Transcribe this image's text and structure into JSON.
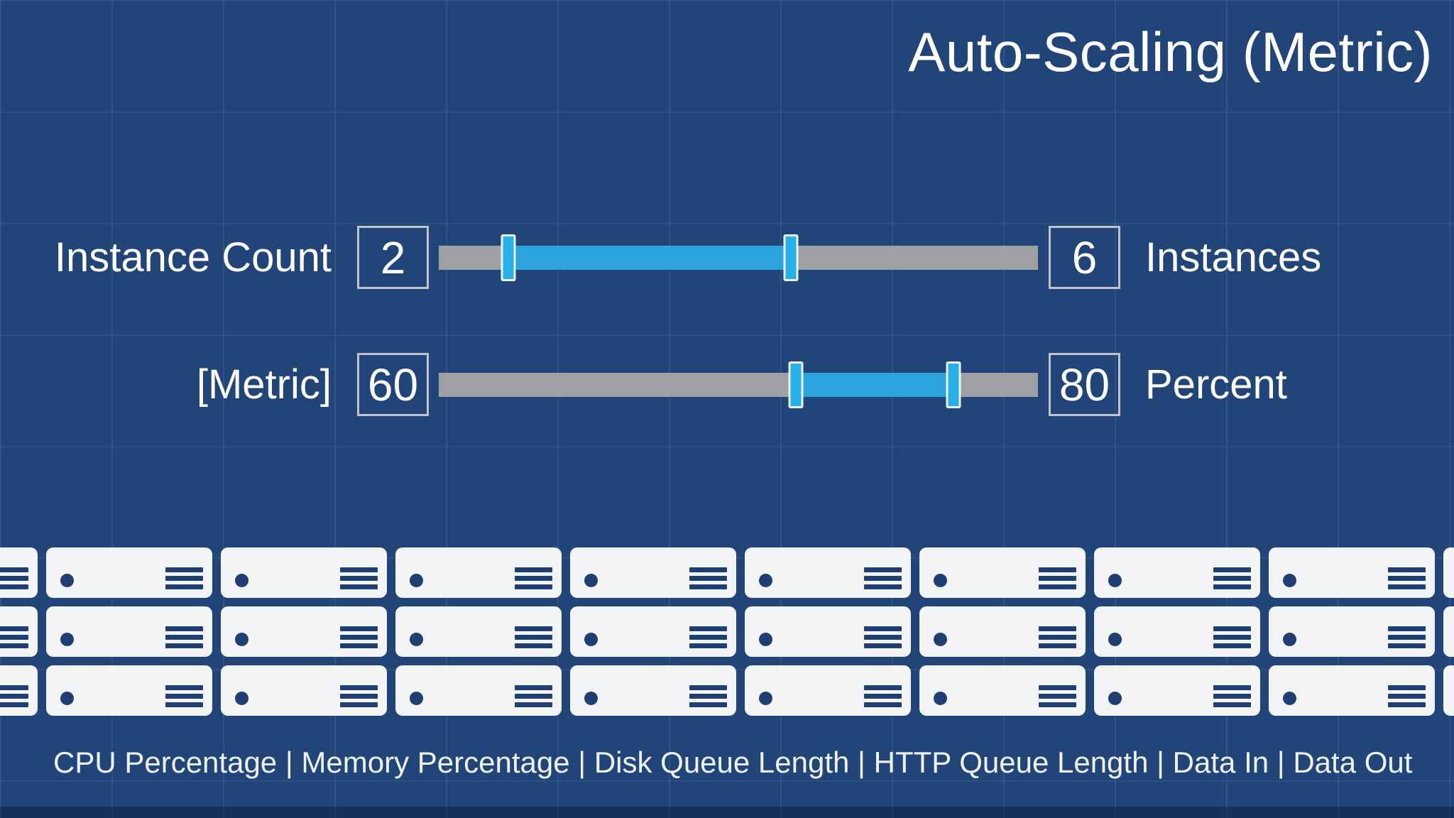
{
  "title": "Auto-Scaling (Metric)",
  "sliders": [
    {
      "name": "instance-count",
      "label": "Instance Count",
      "min_value": "2",
      "max_value": "6",
      "unit": "Instances",
      "handle_low_pct": 11.6,
      "handle_high_pct": 58.8
    },
    {
      "name": "metric",
      "label": "[Metric]",
      "min_value": "60",
      "max_value": "80",
      "unit": "Percent",
      "handle_low_pct": 59.6,
      "handle_high_pct": 85.9
    }
  ],
  "server_grid": {
    "rows": 3,
    "columns": 10
  },
  "footer": {
    "text": "CPU Percentage | Memory Percentage | Disk Queue Length | HTTP Queue Length | Data In | Data Out"
  },
  "colors": {
    "background": "#214578",
    "grid_line": "#82afdc",
    "track_gray": "#9ea0a3",
    "range_fill": "#2da3dd",
    "handle_fill": "#27b1ea",
    "handle_border": "#eef3f8",
    "value_box_border": "#bfc3c9",
    "server_body": "#f3f4f6",
    "server_icon_navy": "#1f3e72",
    "text_white": "#ffffff"
  }
}
